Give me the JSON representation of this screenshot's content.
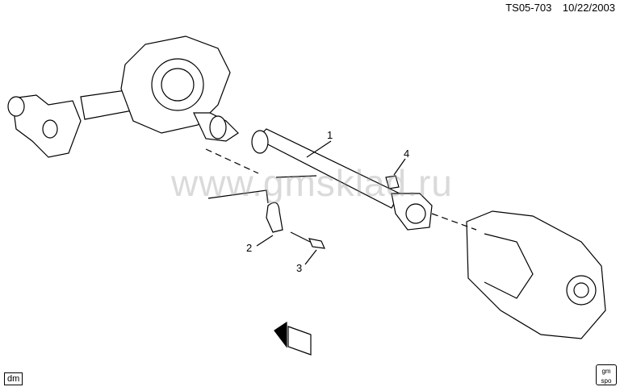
{
  "header": {
    "code": "TS05-703",
    "date": "10/22/2003"
  },
  "watermark": "www.gmsklad.ru",
  "corner_tag": "dm",
  "logo": {
    "line1": "gm",
    "line2": "spo"
  },
  "callouts": [
    "1",
    "2",
    "3",
    "4"
  ]
}
